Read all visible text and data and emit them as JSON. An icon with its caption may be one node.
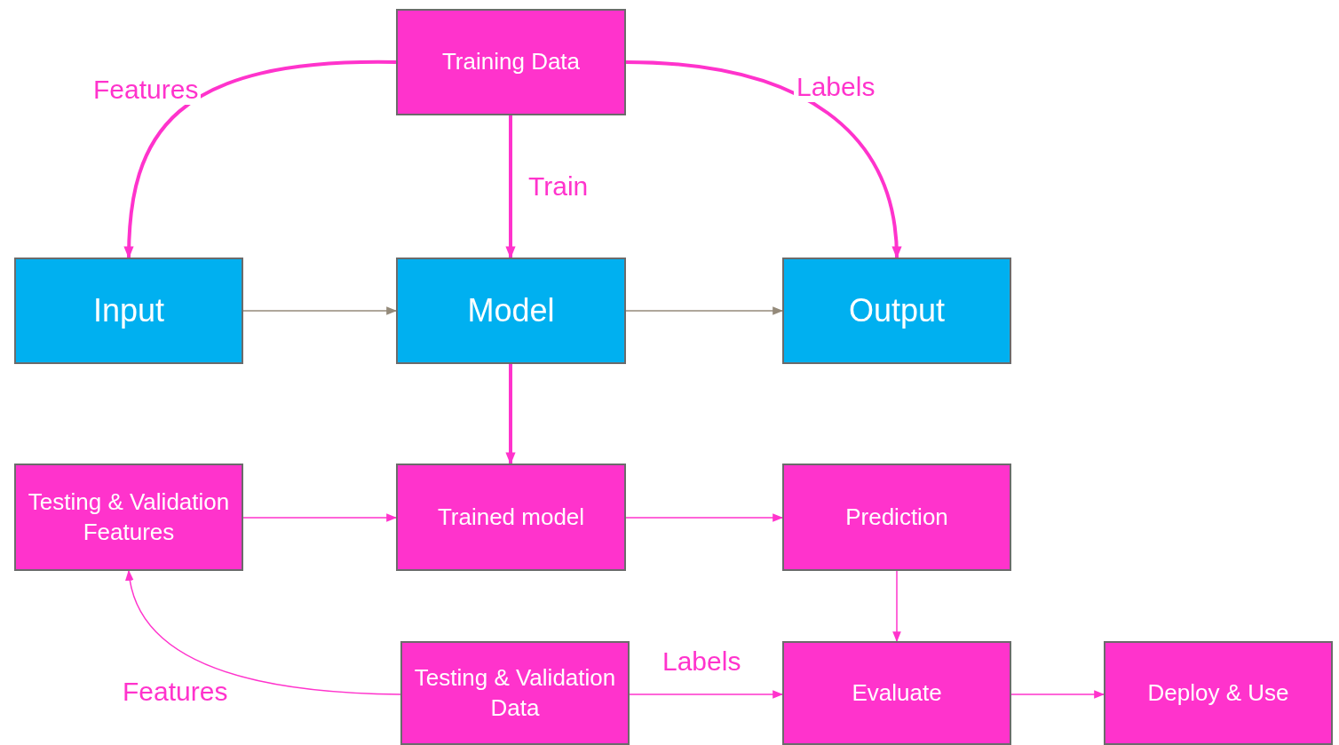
{
  "diagram": {
    "nodes": [
      {
        "text": [
          "Training Data"
        ]
      },
      {
        "text": [
          "Input"
        ]
      },
      {
        "text": [
          "Model"
        ]
      },
      {
        "text": [
          "Output"
        ]
      },
      {
        "text": [
          "Testing & Validation Features"
        ]
      },
      {
        "text": [
          "Trained model"
        ]
      },
      {
        "text": [
          "Prediction"
        ]
      },
      {
        "text": [
          "Testing & Validation Data"
        ]
      },
      {
        "text": [
          "Evaluate"
        ]
      },
      {
        "text": [
          "Deploy & Use"
        ]
      }
    ],
    "edges": [
      {
        "from": 0,
        "to": 1,
        "arrow": "to",
        "label": "Features",
        "style": "thick"
      },
      {
        "from": 0,
        "to": 2,
        "arrow": "to",
        "label": "Train",
        "style": "thick"
      },
      {
        "from": 0,
        "to": 3,
        "arrow": "to",
        "label": "Labels",
        "style": "thick"
      },
      {
        "from": 1,
        "to": 2,
        "arrow": "to",
        "color": "#948a7a"
      },
      {
        "from": 2,
        "to": 3,
        "arrow": "to",
        "color": "#948a7a"
      },
      {
        "from": 2,
        "to": 5,
        "arrow": "to",
        "style": "thick"
      },
      {
        "from": 4,
        "to": 5,
        "arrow": "to"
      },
      {
        "from": 5,
        "to": 6,
        "arrow": "to"
      },
      {
        "from": 6,
        "to": 8,
        "arrow": "to"
      },
      {
        "from": 7,
        "to": 4,
        "arrow": "to",
        "label": "Features"
      },
      {
        "from": 7,
        "to": 8,
        "arrow": "to",
        "label": "Labels"
      },
      {
        "from": 8,
        "to": 9,
        "arrow": "to"
      }
    ]
  }
}
